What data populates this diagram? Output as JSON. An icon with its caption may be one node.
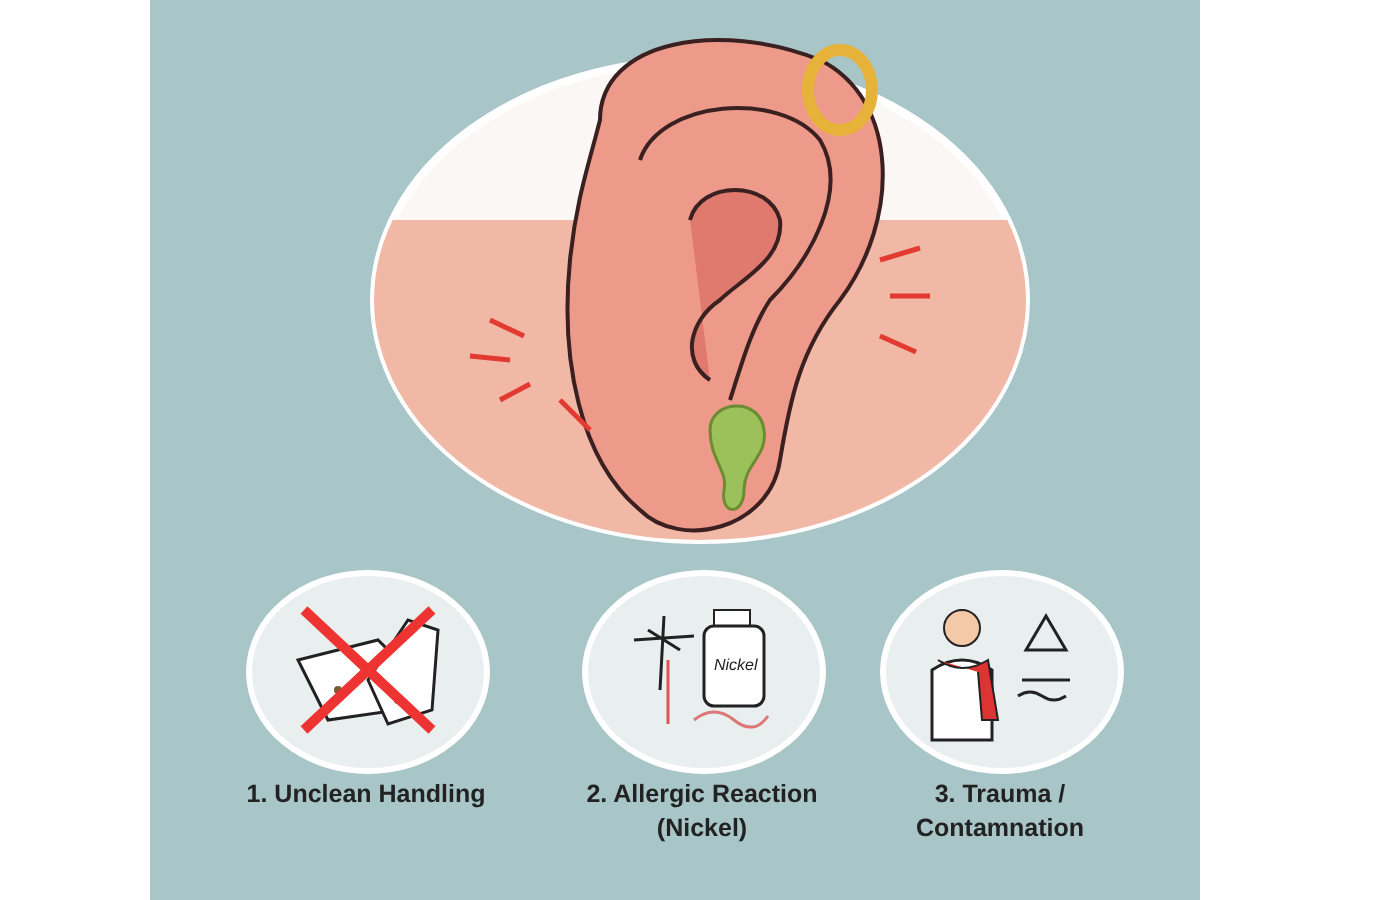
{
  "diagram": {
    "nodes": [
      {
        "text": [
          "1. Unclean Handling"
        ]
      },
      {
        "text": [
          "2. Allergic Reaction (Nickel)"
        ]
      },
      {
        "text": [
          "3. Trauma / Contamnation"
        ]
      }
    ],
    "labels": [
      "Nickel"
    ]
  }
}
